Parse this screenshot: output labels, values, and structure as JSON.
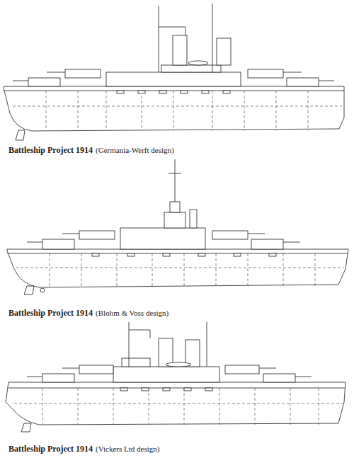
{
  "diagram": {
    "labels": [
      "Battleship Project 1914",
      "(Germania-Werft design)",
      "Battleship Project 1914",
      "(Blohm & Voss design)",
      "Battleship Project 1914",
      "(Vickers Ltd design)"
    ]
  }
}
